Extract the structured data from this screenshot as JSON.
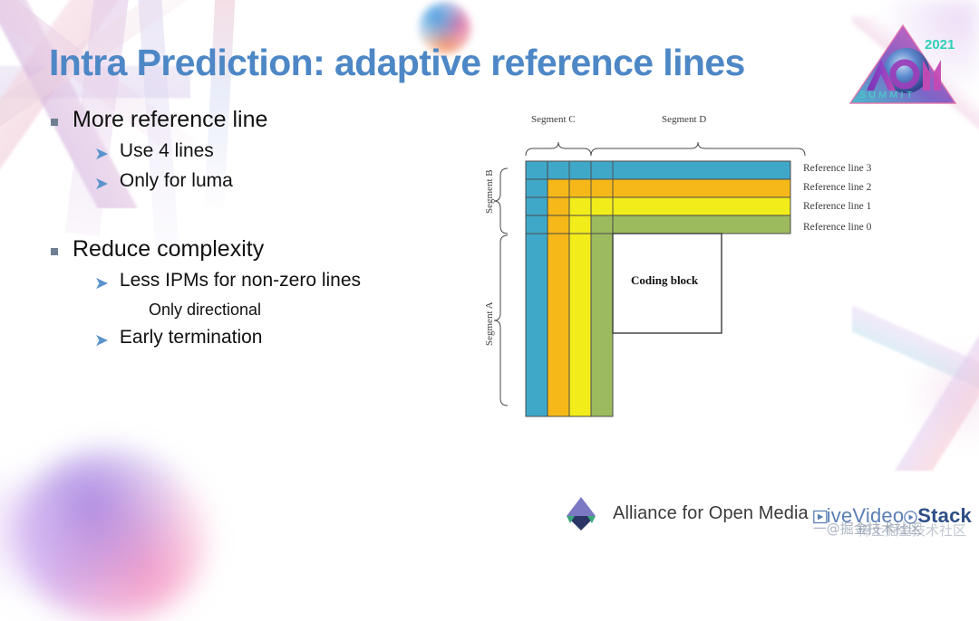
{
  "slide": {
    "title": "Intra Prediction: adaptive reference lines",
    "title_color": "#4d87c6"
  },
  "bullets": [
    {
      "level": 1,
      "text": "More reference line",
      "marker": "square-bullet"
    },
    {
      "level": 2,
      "text": "Use 4 lines",
      "marker": "arrow-bullet"
    },
    {
      "level": 2,
      "text": "Only for luma",
      "marker": "arrow-bullet"
    },
    {
      "level": 1,
      "text": "Reduce complexity",
      "marker": "square-bullet"
    },
    {
      "level": 2,
      "text": "Less IPMs for non-zero lines",
      "marker": "arrow-bullet"
    },
    {
      "level": 3,
      "text": "Only directional",
      "marker": "none"
    },
    {
      "level": 2,
      "text": "Early termination",
      "marker": "arrow-bullet"
    }
  ],
  "diagram": {
    "segments": {
      "c": "Segment C",
      "d": "Segment D",
      "b": "Segment B",
      "a": "Segment A"
    },
    "coding_block": "Coding block",
    "reference_lines": [
      {
        "label": "Reference line 3",
        "color": "#3fa8c9"
      },
      {
        "label": "Reference line 2",
        "color": "#f5b818"
      },
      {
        "label": "Reference line 1",
        "color": "#f2ec1b"
      },
      {
        "label": "Reference line 0",
        "color": "#9cbb5e"
      }
    ],
    "stroke_color": "#4a4a4a"
  },
  "logos": {
    "summit": {
      "year": "2021",
      "word": "AOM",
      "sub": "S U M M I T"
    },
    "aom": {
      "name": "Alliance for Open Media"
    },
    "livevideostack": {
      "prefix": "iveVideo",
      "suffix": "Stack",
      "watermark": "一@掘金技术社区",
      "watermark2": "稀土掘金技术社区"
    }
  }
}
